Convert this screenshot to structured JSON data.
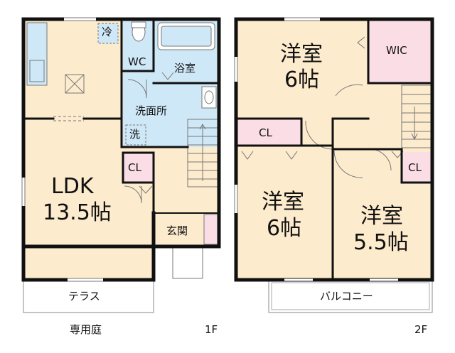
{
  "floor1": {
    "ldk": {
      "name": "LDK",
      "size": "13.5帖"
    },
    "wc": "WC",
    "bath": "浴室",
    "washroom": "洗面所",
    "washer": "洗",
    "fridge": "冷",
    "closet": "CL",
    "entrance": "玄関",
    "terrace": "テラス",
    "garden": "専用庭",
    "floor_label": "1F"
  },
  "floor2": {
    "room_top": {
      "name": "洋室",
      "size": "6帖"
    },
    "wic": "WIC",
    "closet_left": "CL",
    "closet_right": "CL",
    "room_left": {
      "name": "洋室",
      "size": "6帖"
    },
    "room_right": {
      "name": "洋室",
      "size": "5.5帖"
    },
    "balcony": "バルコニー",
    "floor_label": "2F"
  },
  "colors": {
    "wall": "#111111",
    "floor": "#fdebcd",
    "wet_area": "#cfe8f7",
    "storage": "#fbdde6",
    "line": "#555555"
  }
}
